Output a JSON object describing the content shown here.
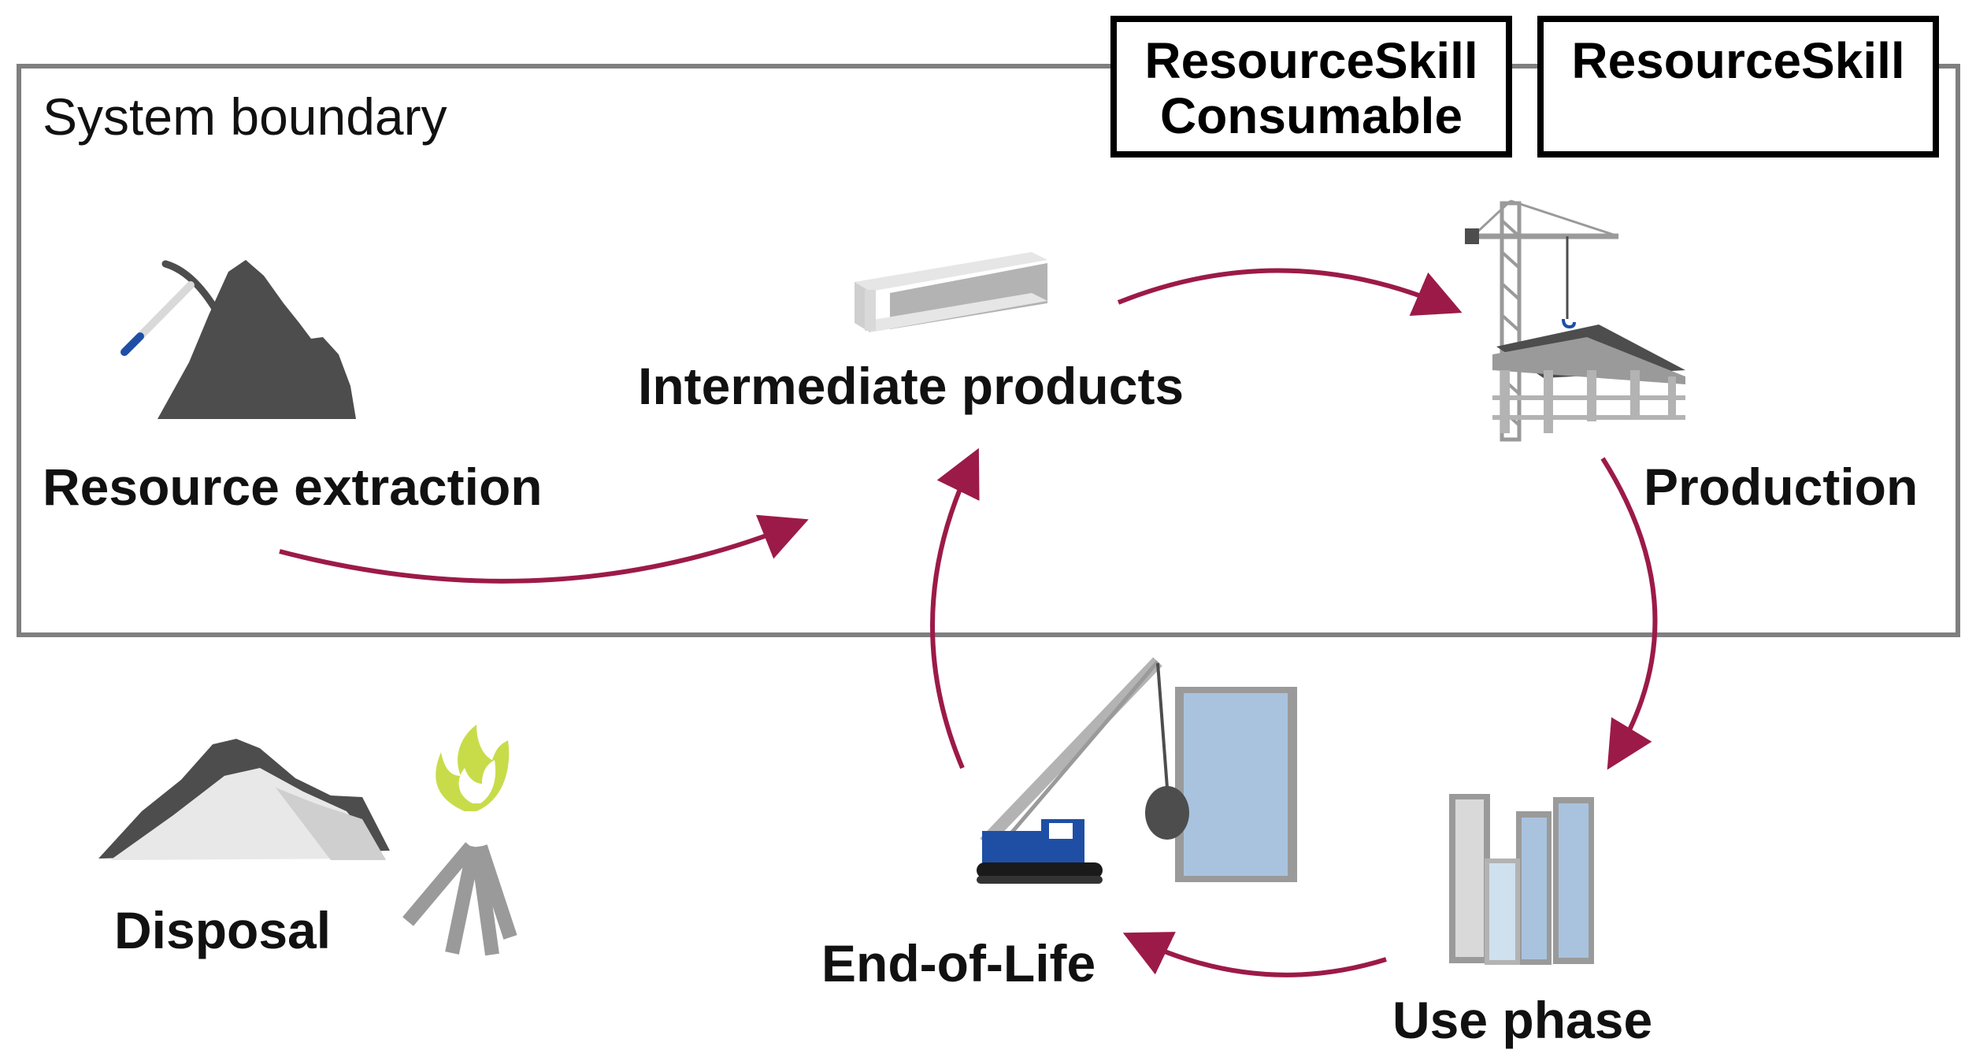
{
  "diagram": {
    "boundary_label": "System boundary",
    "tags": {
      "left": {
        "line1": "ResourceSkill",
        "line2": "Consumable"
      },
      "right": {
        "line1": "ResourceSkill"
      }
    },
    "nodes": {
      "resource_extraction": "Resource extraction",
      "intermediate_products": "Intermediate products",
      "production": "Production",
      "use_phase": "Use phase",
      "end_of_life": "End-of-Life",
      "disposal": "Disposal"
    },
    "colors": {
      "arrow": "#9c1a48",
      "boundary": "#7f7f7f",
      "dark_gray": "#4d4d4d",
      "mid_gray": "#9a9a9a",
      "light_gray": "#d9d9d9",
      "crane_blue": "#1f4fa5",
      "flame_green": "#c8dc4a",
      "window_blue": "#a9c3de"
    }
  }
}
